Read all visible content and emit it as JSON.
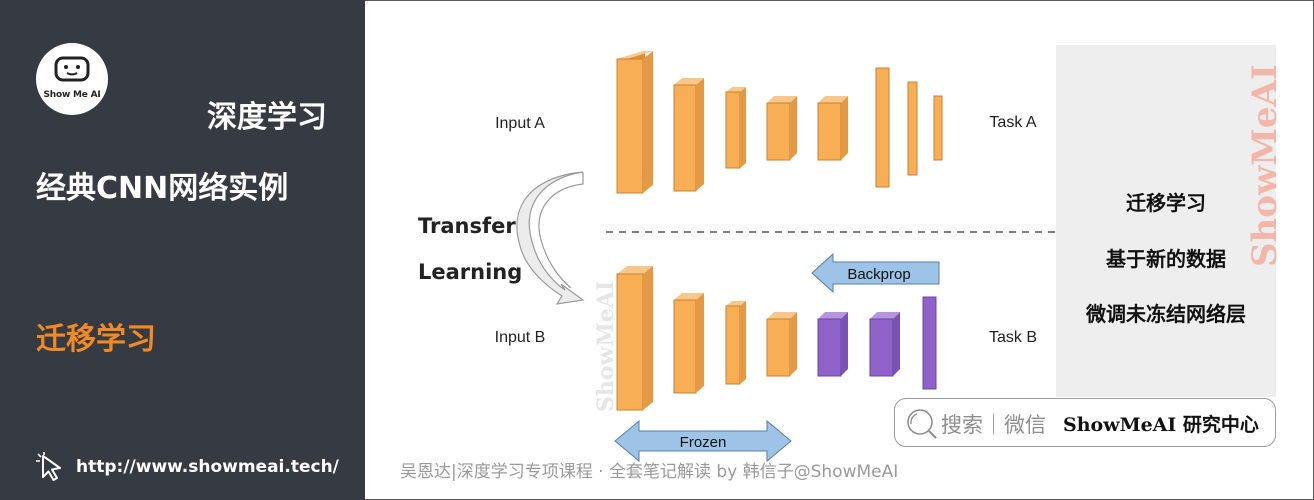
{
  "sidebar": {
    "logo_text": "Show Me AI",
    "title_line1": "深度学习",
    "title_line2": "经典CNN网络实例",
    "topic": "迁移学习",
    "url": "http://www.showmeai.tech/"
  },
  "diagram": {
    "input_a": "Input A",
    "task_a": "Task A",
    "input_b": "Input B",
    "task_b": "Task B",
    "transfer_line1": "Transfer",
    "transfer_line2": "Learning",
    "backprop": "Backprop",
    "frozen": "Frozen",
    "watermark_vertical": "ShowMeAI",
    "watermark_brand": "ShowMeAI"
  },
  "panel": {
    "lines": [
      "迁移学习",
      "基于新的数据",
      "微调未冻结网络层"
    ]
  },
  "wechat": {
    "label": "搜索｜微信",
    "brand": "ShowMeAI 研究中心"
  },
  "caption": "吴恩达|深度学习专项课程 · 全套笔记解读  by 韩信子@ShowMeAI",
  "colors": {
    "sidebar_bg": "#363b43",
    "accent_orange": "#f08a24",
    "layer_orange": "#f8ae55",
    "layer_purple": "#8e62c9",
    "arrow_blue": "#9dc3e6",
    "panel_bg": "#eeeeee"
  },
  "icons": [
    "robot-face-icon",
    "cursor-click-icon",
    "search-icon",
    "curved-arrow-icon"
  ]
}
